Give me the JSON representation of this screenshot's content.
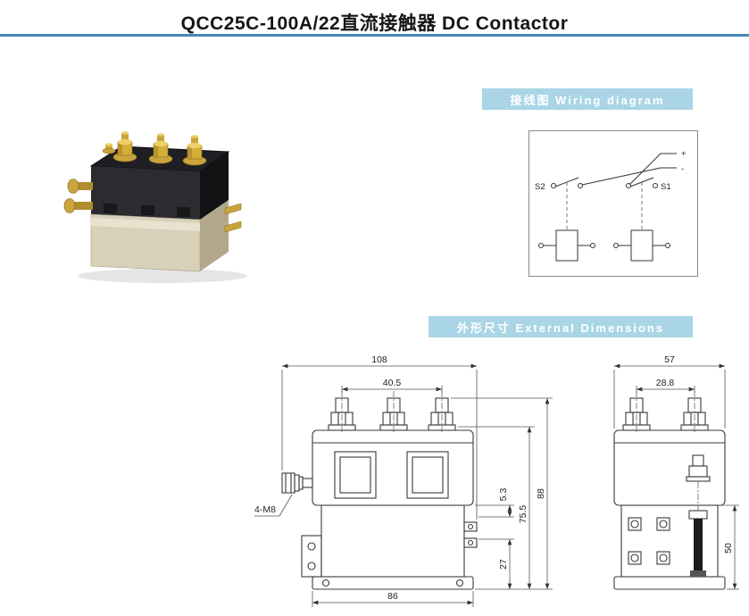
{
  "title": "QCC25C-100A/22直流接触器 DC Contactor",
  "badges": {
    "wiring": "接线图 Wiring diagram",
    "dimensions": "外形尺寸 External Dimensions"
  },
  "wiring_diagram": {
    "labels": {
      "plus": "+",
      "minus": "-",
      "s2": "S2",
      "s1": "S1"
    }
  },
  "front_view": {
    "dim_width_total": "108",
    "dim_stud_span": "40.5",
    "dim_height_total": "88",
    "dim_height_body": "75.5",
    "dim_step": "5.3",
    "dim_base_height": "27",
    "dim_base_width": "86",
    "label_bolt": "4-M8"
  },
  "side_view": {
    "dim_width_total": "57",
    "dim_stud_span": "28.8",
    "dim_base_height": "50"
  },
  "colors": {
    "accent_line": "#4787b9",
    "badge_bg": "#a9d5e6",
    "drawing_line": "#3a3a3a"
  }
}
